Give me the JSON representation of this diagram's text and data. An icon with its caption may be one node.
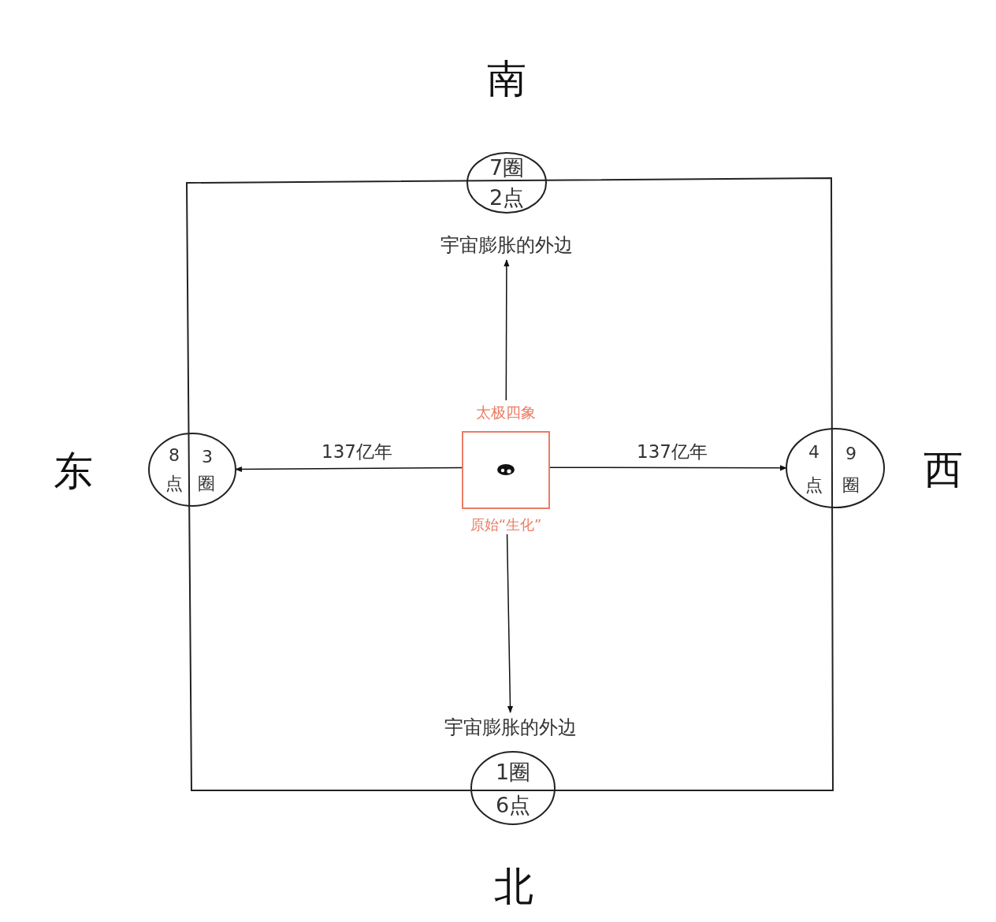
{
  "diagram": {
    "nodes": [
      {
        "text": [
          "太极四象",
          "原始“生化”"
        ]
      },
      {
        "text": [
          "宇宙膨胀的外边"
        ]
      },
      {
        "text": [
          "宇宙膨胀的外边"
        ]
      },
      {
        "text": [
          "8",
          "3",
          "点",
          "圈"
        ]
      },
      {
        "text": [
          "4",
          "9",
          "点",
          "圈"
        ]
      },
      {
        "text": [
          "7圈",
          "2点"
        ]
      },
      {
        "text": [
          "1圈",
          "6点"
        ]
      }
    ],
    "edges": [
      {
        "from": 0,
        "to": 1,
        "arrow": "to"
      },
      {
        "from": 0,
        "to": 2,
        "arrow": "to"
      },
      {
        "from": 0,
        "to": 3,
        "arrow": "to",
        "label": "137亿年"
      },
      {
        "from": 0,
        "to": 4,
        "arrow": "to",
        "label": "137亿年"
      }
    ],
    "labels": [
      "南",
      "东",
      "西",
      "北"
    ]
  }
}
